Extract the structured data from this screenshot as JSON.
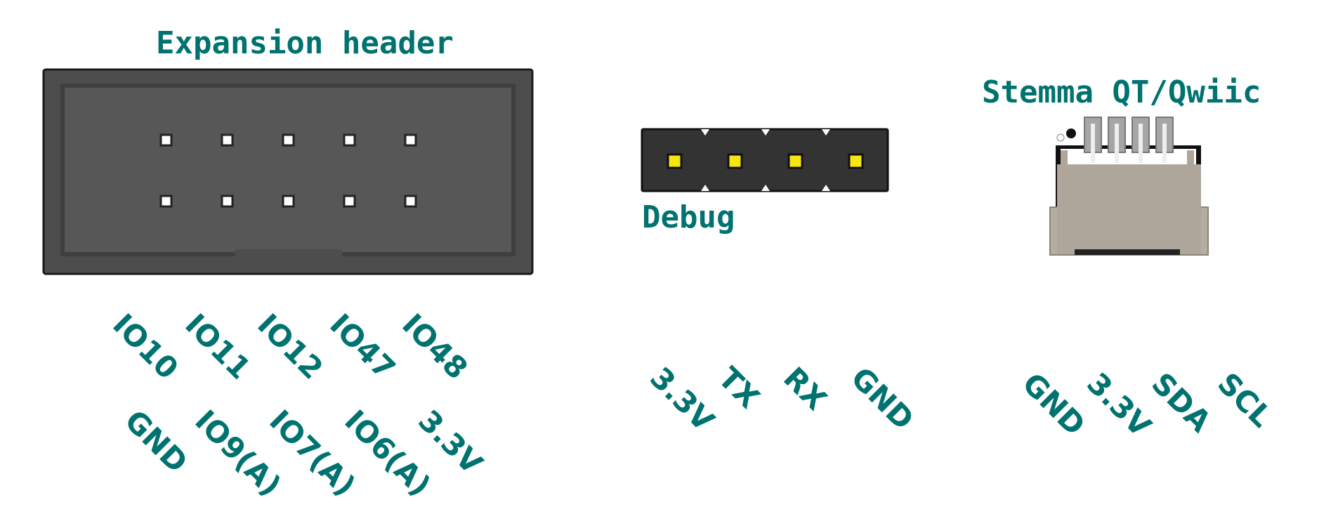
{
  "expansion_header": {
    "title": "Expansion header",
    "row1": [
      "IO10",
      "IO11",
      "IO12",
      "IO47",
      "IO48"
    ],
    "row2": [
      "GND",
      "IO9(A)",
      "IO7(A)",
      "IO6(A)",
      "3.3V"
    ]
  },
  "debug": {
    "title": "Debug",
    "pins": [
      "3.3V",
      "TX",
      "RX",
      "GND"
    ]
  },
  "stemma": {
    "title": "Stemma QT/Qwiic",
    "pins": [
      "GND",
      "3.3V",
      "SDA",
      "SCL"
    ]
  },
  "colors": {
    "label": "#007270",
    "header_body": "#4d4d4d",
    "header_inner": "#575757",
    "debug_body": "#333333",
    "gold_pad": "#f5e60f",
    "connector_body": "#aea69b",
    "connector_pins": "#a6a6a6"
  }
}
